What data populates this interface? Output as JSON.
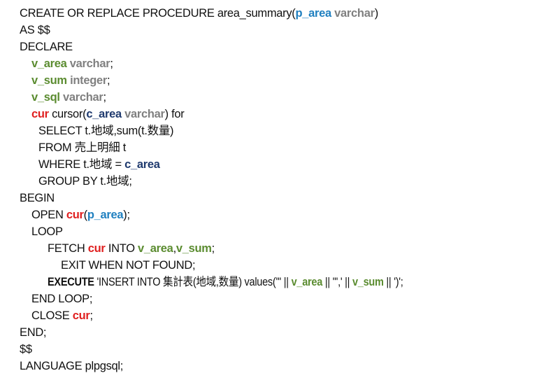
{
  "colors": {
    "keyword": "#111111",
    "param": "#2080c0",
    "var": "#5b8c30",
    "type": "#808080",
    "cursor": "#e02020",
    "cursorparam": "#1f3a6e"
  },
  "lines": [
    {
      "indent": 0,
      "segs": [
        {
          "t": "CREATE OR REPLACE PROCEDURE area_summary(",
          "c": "keyword"
        },
        {
          "t": "p_area",
          "c": "param",
          "b": true
        },
        {
          "t": " varchar",
          "c": "type",
          "b": true
        },
        {
          "t": ")",
          "c": "keyword"
        }
      ]
    },
    {
      "indent": 0,
      "segs": [
        {
          "t": "AS $$",
          "c": "keyword"
        }
      ]
    },
    {
      "indent": 0,
      "segs": [
        {
          "t": "DECLARE",
          "c": "keyword"
        }
      ]
    },
    {
      "indent": 1,
      "segs": [
        {
          "t": "v_area",
          "c": "var",
          "b": true
        },
        {
          "t": " varchar",
          "c": "type",
          "b": true
        },
        {
          "t": ";",
          "c": "keyword"
        }
      ]
    },
    {
      "indent": 1,
      "segs": [
        {
          "t": "v_sum",
          "c": "var",
          "b": true
        },
        {
          "t": " integer",
          "c": "type",
          "b": true
        },
        {
          "t": ";",
          "c": "keyword"
        }
      ]
    },
    {
      "indent": 1,
      "segs": [
        {
          "t": "v_sql",
          "c": "var",
          "b": true
        },
        {
          "t": " varchar",
          "c": "type",
          "b": true
        },
        {
          "t": ";",
          "c": "keyword"
        }
      ]
    },
    {
      "indent": 1,
      "segs": [
        {
          "t": "cur",
          "c": "cursor",
          "b": true
        },
        {
          "t": " cursor(",
          "c": "keyword"
        },
        {
          "t": "c_area",
          "c": "cursorparam",
          "b": true
        },
        {
          "t": " varchar",
          "c": "type",
          "b": true
        },
        {
          "t": ") for",
          "c": "keyword"
        }
      ]
    },
    {
      "indent": 2,
      "segs": [
        {
          "t": "SELECT t.地域,sum(t.数量)",
          "c": "keyword"
        }
      ]
    },
    {
      "indent": 2,
      "segs": [
        {
          "t": "FROM 売上明細 t",
          "c": "keyword"
        }
      ]
    },
    {
      "indent": 2,
      "segs": [
        {
          "t": "WHERE t.地域 = ",
          "c": "keyword"
        },
        {
          "t": "c_area",
          "c": "cursorparam",
          "b": true
        }
      ]
    },
    {
      "indent": 2,
      "segs": [
        {
          "t": "GROUP BY t.地域;",
          "c": "keyword"
        }
      ]
    },
    {
      "indent": 0,
      "segs": [
        {
          "t": "BEGIN",
          "c": "keyword"
        }
      ]
    },
    {
      "indent": 1,
      "segs": [
        {
          "t": "OPEN ",
          "c": "keyword"
        },
        {
          "t": "cur",
          "c": "cursor",
          "b": true
        },
        {
          "t": "(",
          "c": "keyword"
        },
        {
          "t": "p_area",
          "c": "param",
          "b": true
        },
        {
          "t": ");",
          "c": "keyword"
        }
      ]
    },
    {
      "indent": 1,
      "segs": [
        {
          "t": "LOOP",
          "c": "keyword"
        }
      ]
    },
    {
      "indent": 3,
      "segs": [
        {
          "t": "FETCH ",
          "c": "keyword"
        },
        {
          "t": "cur",
          "c": "cursor",
          "b": true
        },
        {
          "t": " INTO ",
          "c": "keyword"
        },
        {
          "t": "v_area",
          "c": "var",
          "b": true
        },
        {
          "t": ",",
          "c": "keyword"
        },
        {
          "t": "v_sum",
          "c": "var",
          "b": true
        },
        {
          "t": ";",
          "c": "keyword"
        }
      ]
    },
    {
      "indent": 4,
      "segs": [
        {
          "t": "EXIT WHEN NOT FOUND;",
          "c": "keyword"
        }
      ]
    },
    {
      "indent": 3,
      "condensed": true,
      "segs": [
        {
          "t": "EXECUTE",
          "c": "keyword",
          "b": true
        },
        {
          "t": " 'INSERT INTO 集計表(地域,数量) values(''' || ",
          "c": "keyword"
        },
        {
          "t": "v_area",
          "c": "var",
          "b": true
        },
        {
          "t": " || ''',' || ",
          "c": "keyword"
        },
        {
          "t": "v_sum",
          "c": "var",
          "b": true
        },
        {
          "t": " || ')';",
          "c": "keyword"
        }
      ]
    },
    {
      "indent": 1,
      "segs": [
        {
          "t": "END LOOP;",
          "c": "keyword"
        }
      ]
    },
    {
      "indent": 1,
      "segs": [
        {
          "t": "CLOSE ",
          "c": "keyword"
        },
        {
          "t": "cur",
          "c": "cursor",
          "b": true
        },
        {
          "t": ";",
          "c": "keyword"
        }
      ]
    },
    {
      "indent": 0,
      "segs": [
        {
          "t": "END;",
          "c": "keyword"
        }
      ]
    },
    {
      "indent": 0,
      "segs": [
        {
          "t": "$$",
          "c": "keyword"
        }
      ]
    },
    {
      "indent": 0,
      "segs": [
        {
          "t": "LANGUAGE plpgsql;",
          "c": "keyword"
        }
      ]
    }
  ]
}
